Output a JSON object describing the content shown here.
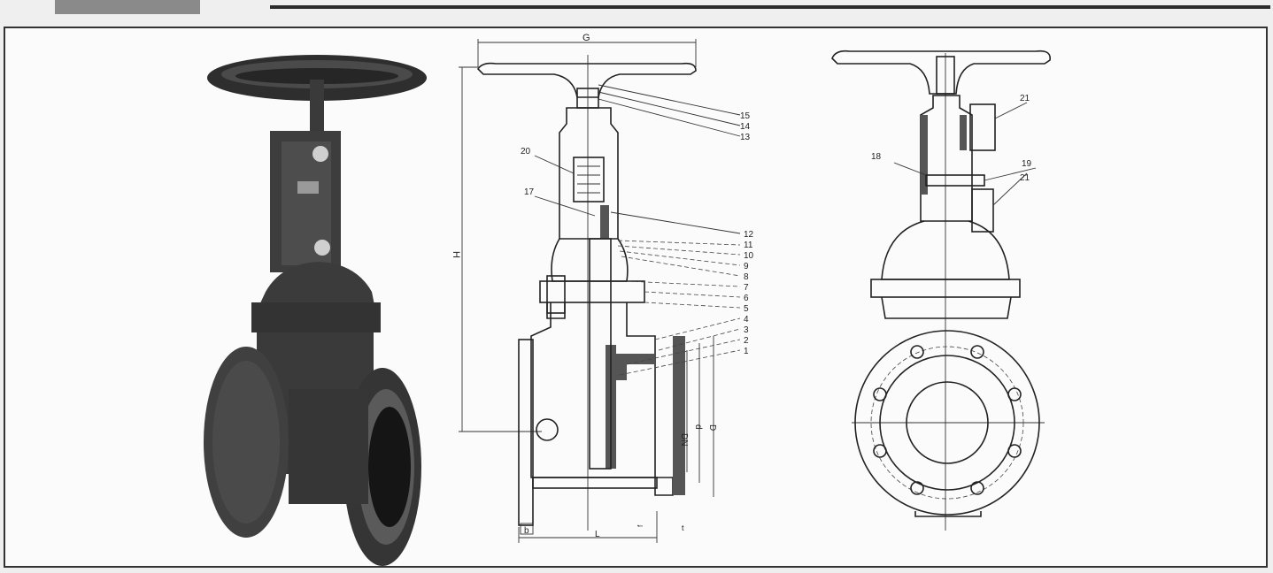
{
  "drawing": {
    "dims": {
      "g": "G",
      "h": "H",
      "dn": "DN",
      "d1": "d",
      "d2": "D",
      "l": "L",
      "b": "b",
      "f": "f",
      "t": "t"
    },
    "labels_section": [
      "15",
      "14",
      "13",
      "20",
      "17",
      "12",
      "11",
      "10",
      "9",
      "8",
      "7",
      "6",
      "5",
      "4",
      "3",
      "2",
      "1"
    ],
    "labels_side": {
      "a": "21",
      "b": "18",
      "c": "19",
      "d": "21"
    }
  },
  "colors": {
    "ink": "#222222",
    "paper": "#fbfbfb",
    "valve_body": "#3a3a3a"
  }
}
